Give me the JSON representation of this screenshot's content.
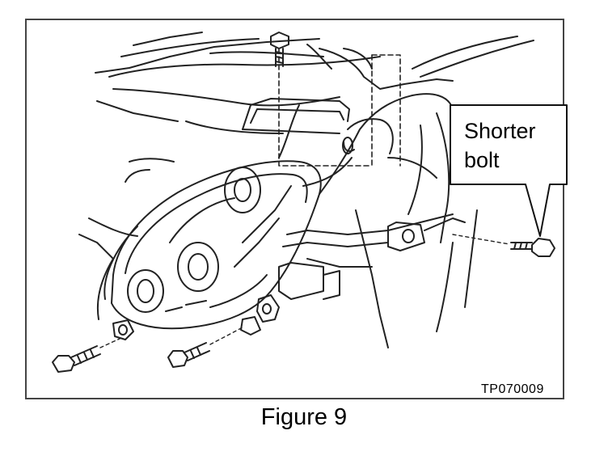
{
  "callout": {
    "text": "Shorter\nbolt"
  },
  "reference_code": "TP070009",
  "caption": "Figure 9",
  "colors": {
    "line": "#222222",
    "frame": "#444444",
    "background": "#ffffff"
  }
}
